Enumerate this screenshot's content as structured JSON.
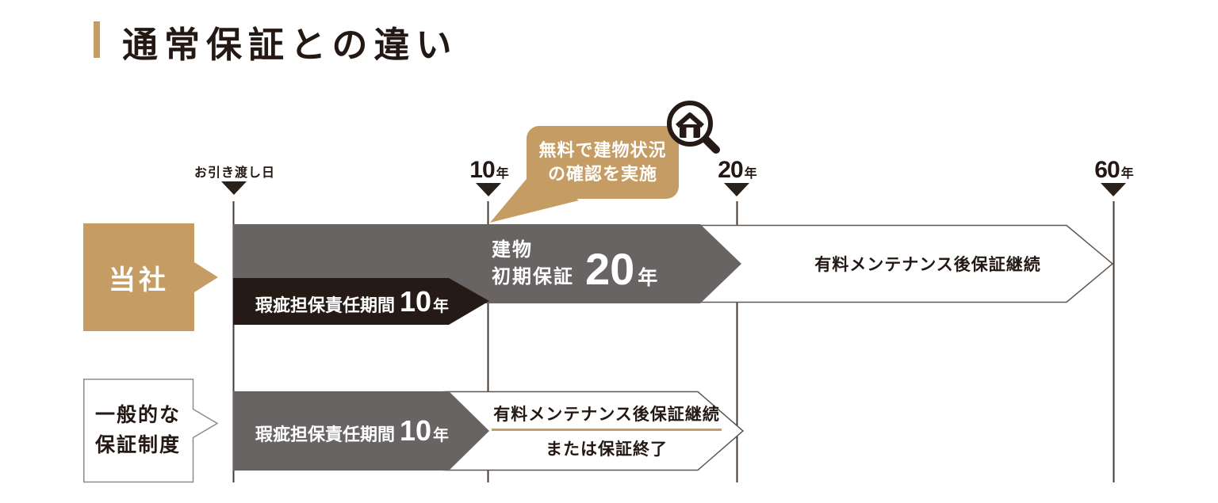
{
  "title": "通常保証との違い",
  "timeline": {
    "start_label": "お引き渡し日",
    "markers": [
      {
        "num": "10",
        "unit": "年"
      },
      {
        "num": "20",
        "unit": "年"
      },
      {
        "num": "60",
        "unit": "年"
      }
    ]
  },
  "callout": {
    "line1": "無料で建物状況",
    "line2": "の確認を実施",
    "icon": "house-inspection-magnifier-icon"
  },
  "company_row": {
    "label": "当社",
    "initial_warranty": {
      "name_line1": "建物",
      "name_line2": "初期保証",
      "years": "20",
      "unit": "年"
    },
    "defect_liability": {
      "label": "瑕疵担保責任期間",
      "years": "10",
      "unit": "年"
    },
    "continuation": "有料メンテナンス後保証継続"
  },
  "general_row": {
    "label_line1": "一般的な",
    "label_line2": "保証制度",
    "defect_liability": {
      "label": "瑕疵担保責任期間",
      "years": "10",
      "unit": "年"
    },
    "after_maintenance": {
      "line1": "有料メンテナンス後保証継続",
      "line2": "または保証終了"
    }
  },
  "colors": {
    "gold": "#c59d64",
    "gray": "#676463",
    "dark": "#251a16",
    "text": "#231813"
  }
}
